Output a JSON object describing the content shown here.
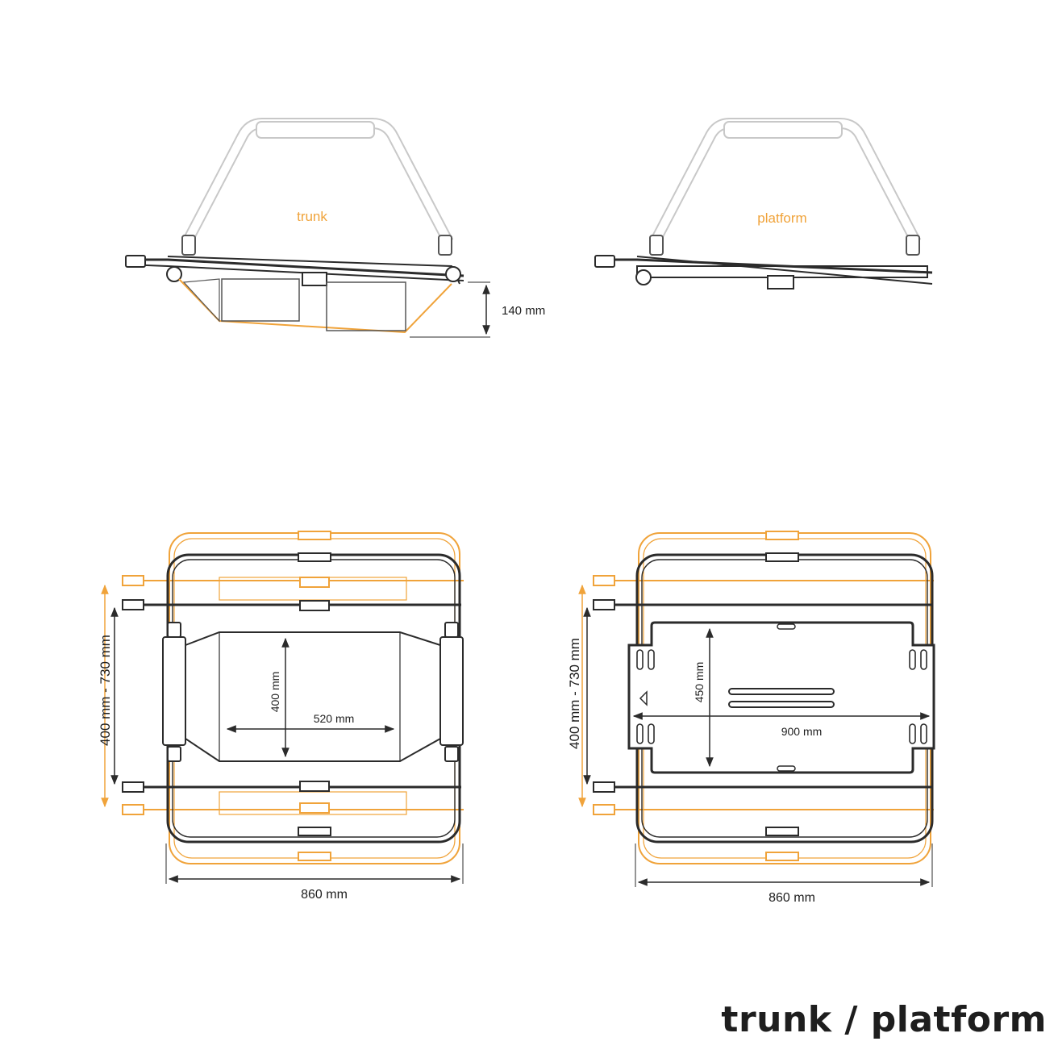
{
  "caption": "trunk / platform",
  "views": {
    "trunk_side": {
      "label": "trunk",
      "height_dim": "140 mm"
    },
    "platform_side": {
      "label": "platform"
    },
    "trunk_top": {
      "span_dim": "400 mm - 730 mm",
      "depth_dim": "400 mm",
      "width_dim": "520 mm",
      "total_width": "860 mm"
    },
    "platform_top": {
      "span_dim": "400 mm - 730 mm",
      "depth_dim": "450 mm",
      "width_dim": "900 mm",
      "total_width": "860 mm"
    }
  },
  "colors": {
    "accent": "#f0a33a",
    "line": "#2b2b2b",
    "ghost": "#c8c8c8",
    "text": "#1e1e1e"
  }
}
